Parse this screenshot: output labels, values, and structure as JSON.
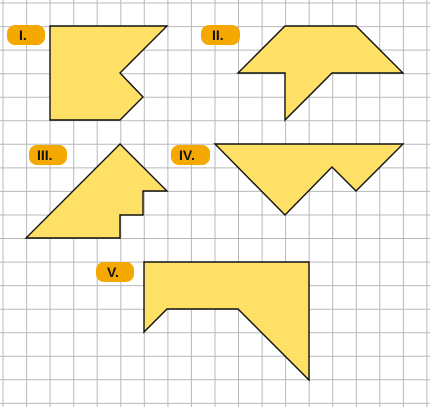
{
  "grid": {
    "line_color": "#b9b9b9",
    "background": "#ffffff"
  },
  "shape_style": {
    "fill": "#ffe066",
    "stroke": "#111111"
  },
  "badge_style": {
    "fill": "#f5a800",
    "text_color": "#111111"
  },
  "figures": [
    {
      "id": "shape-1",
      "label": "I."
    },
    {
      "id": "shape-2",
      "label": "II."
    },
    {
      "id": "shape-3",
      "label": "III."
    },
    {
      "id": "shape-4",
      "label": "IV."
    },
    {
      "id": "shape-5",
      "label": "V."
    }
  ]
}
